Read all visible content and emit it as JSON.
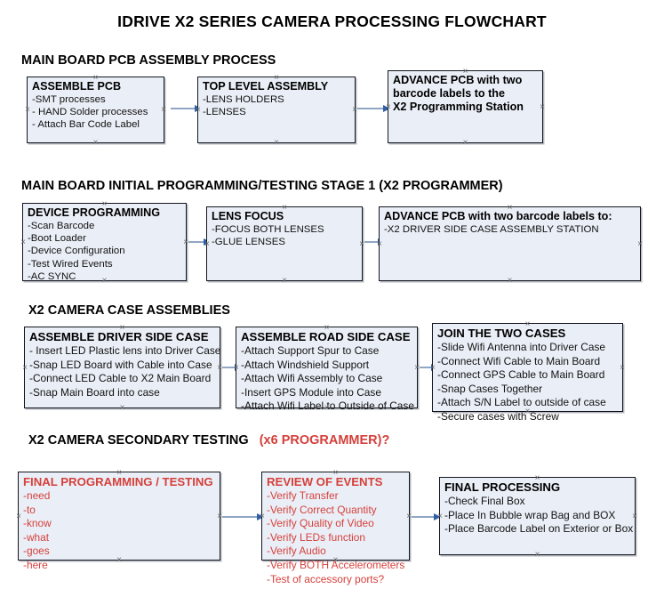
{
  "document": {
    "title": "IDRIVE X2  SERIES CAMERA PROCESSING FLOWCHART"
  },
  "sections": [
    {
      "id": "main-board-pcb-assembly",
      "heading": "MAIN BOARD PCB ASSEMBLY PROCESS",
      "accent": ""
    },
    {
      "id": "main-board-initial-programming",
      "heading": "MAIN BOARD INITIAL PROGRAMMING/TESTING STAGE 1 (X2 PROGRAMMER)",
      "accent": ""
    },
    {
      "id": "x2-camera-case-assemblies",
      "heading": "X2 CAMERA CASE ASSEMBLIES",
      "accent": ""
    },
    {
      "id": "x2-camera-secondary-testing",
      "heading": "X2 CAMERA SECONDARY TESTING",
      "accent": "(x6 PROGRAMMER)?"
    }
  ],
  "nodes": {
    "assemble_pcb": {
      "title": "ASSEMBLE PCB",
      "lines": [
        "-SMT processes",
        "- HAND Solder processes",
        "- Attach Bar Code Label"
      ]
    },
    "top_level_assembly": {
      "title": "TOP LEVEL ASSEMBLY",
      "lines": [
        "-LENS HOLDERS",
        "-LENSES"
      ]
    },
    "advance_pcb_programming_station": {
      "title": "ADVANCE PCB with two",
      "lines": [
        "barcode labels to the",
        " X2 Programming Station"
      ]
    },
    "device_programming": {
      "title": "DEVICE PROGRAMMING",
      "lines": [
        "-Scan Barcode",
        "-Boot Loader",
        "-Device Configuration",
        "-Test Wired Events",
        "-AC SYNC"
      ]
    },
    "lens_focus": {
      "title": "LENS FOCUS",
      "lines": [
        "-FOCUS BOTH LENSES",
        "-GLUE LENSES"
      ]
    },
    "advance_pcb_driver_side": {
      "title": "ADVANCE PCB with two barcode labels to:",
      "lines": [
        "-X2 DRIVER  SIDE  CASE  ASSEMBLY STATION"
      ]
    },
    "assemble_driver_side_case": {
      "title": "ASSEMBLE DRIVER SIDE CASE",
      "lines": [
        "- Insert LED Plastic lens into Driver Case",
        "-Snap LED Board with Cable into Case",
        "-Connect LED Cable to X2 Main Board",
        "-Snap Main Board into case"
      ]
    },
    "assemble_road_side_case": {
      "title": "ASSEMBLE ROAD SIDE CASE",
      "lines": [
        "-Attach Support Spur to Case",
        "-Attach Windshield Support",
        "-Attach Wifi Assembly to Case",
        "-Insert GPS Module into Case",
        "-Attach Wifi Label to Outside of Case"
      ]
    },
    "join_the_two_cases": {
      "title": "JOIN THE TWO CASES",
      "lines": [
        "-Slide Wifi Antenna into Driver Case",
        "-Connect Wifi Cable to Main Board",
        "-Connect GPS Cable to Main Board",
        "-Snap Cases Together",
        "-Attach S/N Label to outside of case",
        "-Secure cases with Screw"
      ]
    },
    "final_programming_testing": {
      "title": "FINAL PROGRAMMING / TESTING",
      "lines": [
        "-need",
        "-to",
        "-know",
        "-what",
        "-goes",
        "-here"
      ]
    },
    "review_of_events": {
      "title": "REVIEW OF EVENTS",
      "lines": [
        "-Verify Transfer",
        "-Verify Correct Quantity",
        "-Verify Quality of Video",
        "-Verify LEDs function",
        "-Verify Audio",
        "-Verify BOTH Accelerometers",
        "-Test of accessory ports?"
      ]
    },
    "final_processing": {
      "title": "FINAL PROCESSING",
      "lines": [
        " -Check Final Box",
        "-Place In Bubble wrap Bag and BOX",
        "-Place Barcode Label on Exterior or Box"
      ]
    }
  },
  "colors": {
    "node_fill": "#eaeff7",
    "node_border": "#12151c",
    "connector_line": "#90a6c4",
    "connector_arrow": "#2f5fa8",
    "accent_red": "#d5403b",
    "page_background": "#ffffff"
  }
}
